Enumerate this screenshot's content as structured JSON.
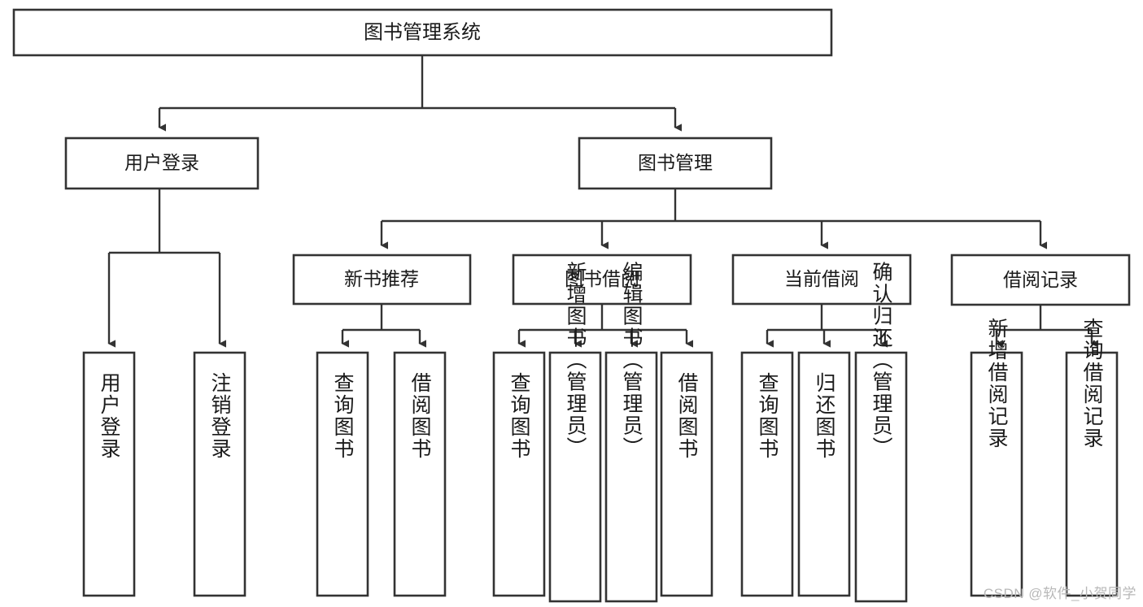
{
  "diagram": {
    "type": "tree",
    "title": "图书管理系统",
    "watermark": "CSDN @软件_小贺同学",
    "accent_color": "#333333",
    "background_color": "#ffffff",
    "root": {
      "id": "root",
      "label": "图书管理系统",
      "orientation": "horizontal"
    },
    "level2": [
      {
        "id": "user-login",
        "label": "用户登录",
        "orientation": "horizontal"
      },
      {
        "id": "book-manage",
        "label": "图书管理",
        "orientation": "horizontal"
      }
    ],
    "level3": [
      {
        "id": "new-book-recommend",
        "label": "新书推荐",
        "orientation": "horizontal",
        "parent": "book-manage"
      },
      {
        "id": "book-borrow",
        "label": "图书借阅",
        "orientation": "horizontal",
        "parent": "book-manage"
      },
      {
        "id": "current-borrow",
        "label": "当前借阅",
        "orientation": "horizontal",
        "parent": "book-manage"
      },
      {
        "id": "borrow-record",
        "label": "借阅记录",
        "orientation": "horizontal",
        "parent": "book-manage"
      }
    ],
    "leaves": [
      {
        "id": "leaf-user-login",
        "label": "用户登录",
        "orientation": "vertical",
        "parent": "user-login"
      },
      {
        "id": "leaf-logout-login",
        "label": "注销登录",
        "orientation": "vertical",
        "parent": "user-login"
      },
      {
        "id": "leaf-query-book-1",
        "label": "查询图书",
        "orientation": "vertical",
        "parent": "new-book-recommend"
      },
      {
        "id": "leaf-borrow-book-1",
        "label": "借阅图书",
        "orientation": "vertical",
        "parent": "new-book-recommend"
      },
      {
        "id": "leaf-query-book-2",
        "label": "查询图书",
        "orientation": "vertical",
        "parent": "book-borrow"
      },
      {
        "id": "leaf-add-book",
        "label": "新增图书（管理员）",
        "orientation": "vertical",
        "parent": "book-borrow"
      },
      {
        "id": "leaf-edit-book",
        "label": "编辑图书（管理员）",
        "orientation": "vertical",
        "parent": "book-borrow"
      },
      {
        "id": "leaf-borrow-book-2",
        "label": "借阅图书",
        "orientation": "vertical",
        "parent": "book-borrow"
      },
      {
        "id": "leaf-query-book-3",
        "label": "查询图书",
        "orientation": "vertical",
        "parent": "current-borrow"
      },
      {
        "id": "leaf-return-book",
        "label": "归还图书",
        "orientation": "vertical",
        "parent": "current-borrow"
      },
      {
        "id": "leaf-confirm-return",
        "label": "确认归还（管理员）",
        "orientation": "vertical",
        "parent": "current-borrow"
      },
      {
        "id": "leaf-add-record",
        "label": "新增借阅记录",
        "orientation": "vertical",
        "parent": "borrow-record"
      },
      {
        "id": "leaf-query-record",
        "label": "查询借阅记录",
        "orientation": "vertical",
        "parent": "borrow-record"
      }
    ]
  }
}
